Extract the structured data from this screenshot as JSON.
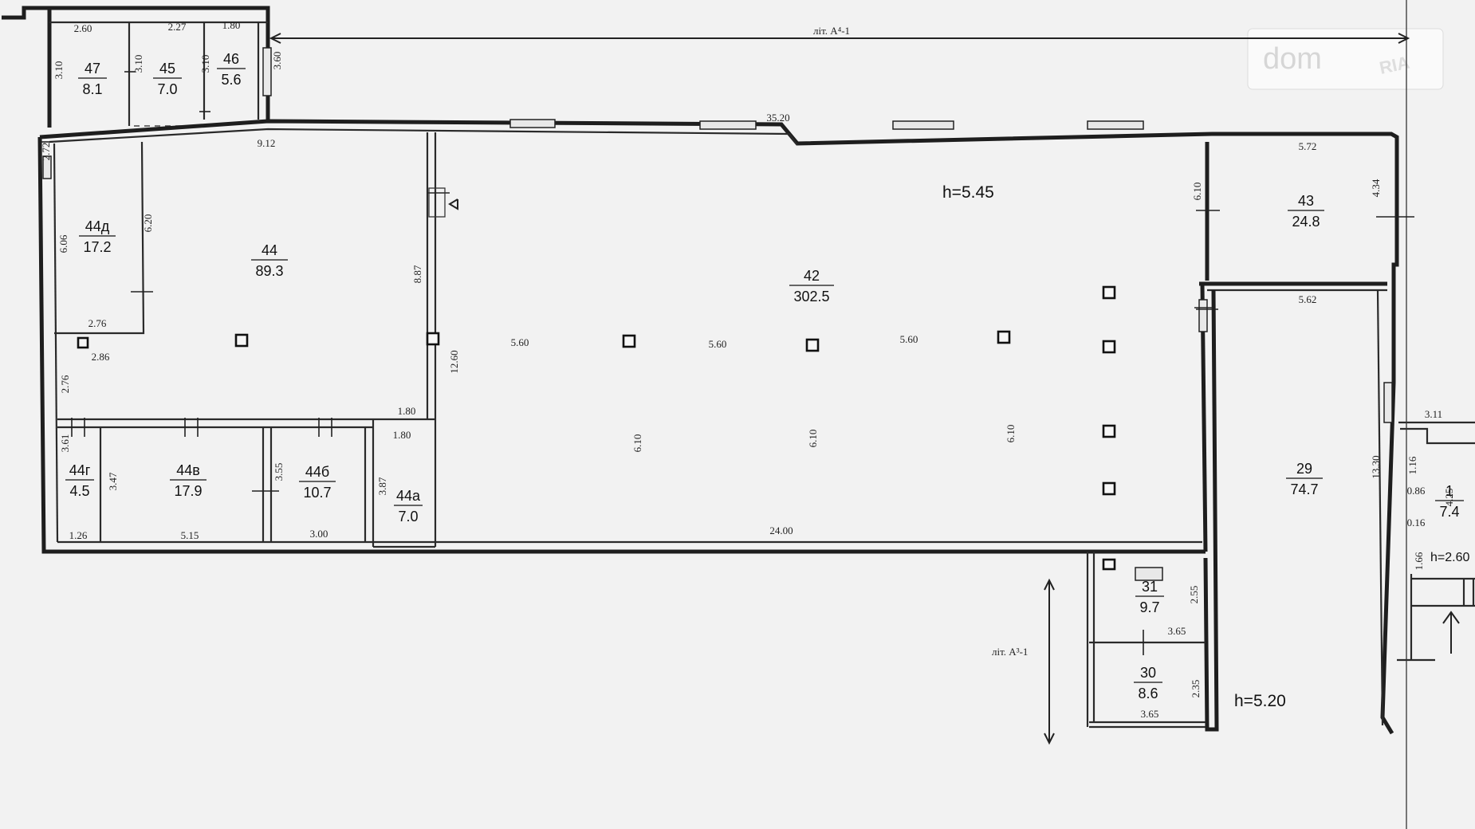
{
  "watermark": {
    "brand": "dom",
    "sub": "RIA"
  },
  "labels": {
    "lit_top": "літ. А⁴-1",
    "lit_bottom": "літ. А³-1",
    "height_main": "h=5.45",
    "height_29": "h=5.20",
    "height_1": "h=2.60"
  },
  "rooms": [
    {
      "id": "47",
      "area": "8.1"
    },
    {
      "id": "45",
      "area": "7.0"
    },
    {
      "id": "46",
      "area": "5.6"
    },
    {
      "id": "44д",
      "area": "17.2"
    },
    {
      "id": "44",
      "area": "89.3"
    },
    {
      "id": "42",
      "area": "302.5"
    },
    {
      "id": "43",
      "area": "24.8"
    },
    {
      "id": "44г",
      "area": "4.5"
    },
    {
      "id": "44в",
      "area": "17.9"
    },
    {
      "id": "44б",
      "area": "10.7"
    },
    {
      "id": "44а",
      "area": "7.0"
    },
    {
      "id": "29",
      "area": "74.7"
    },
    {
      "id": "1",
      "area": "7.4"
    },
    {
      "id": "31",
      "area": "9.7"
    },
    {
      "id": "30",
      "area": "8.6"
    }
  ],
  "dims": [
    "2.60",
    "2.27",
    "1.80",
    "3.10",
    "3.10",
    "3.10",
    "3.60",
    "35.20",
    "9.12",
    "5.72",
    "6.10",
    "4.34",
    "2.72",
    "6.06",
    "6.20",
    "2.76",
    "2.86",
    "2.76",
    "8.87",
    "12.60",
    "5.62",
    "5.60",
    "5.60",
    "5.60",
    "1.80",
    "1.80",
    "6.10",
    "6.10",
    "6.10",
    "3.61",
    "3.47",
    "3.55",
    "3.87",
    "1.26",
    "5.15",
    "3.00",
    "24.00",
    "3.11",
    "13.30",
    "1.16",
    "4.25",
    "0.86",
    "0.16",
    "1.66",
    "2.55",
    "3.65",
    "2.35",
    "3.65"
  ]
}
